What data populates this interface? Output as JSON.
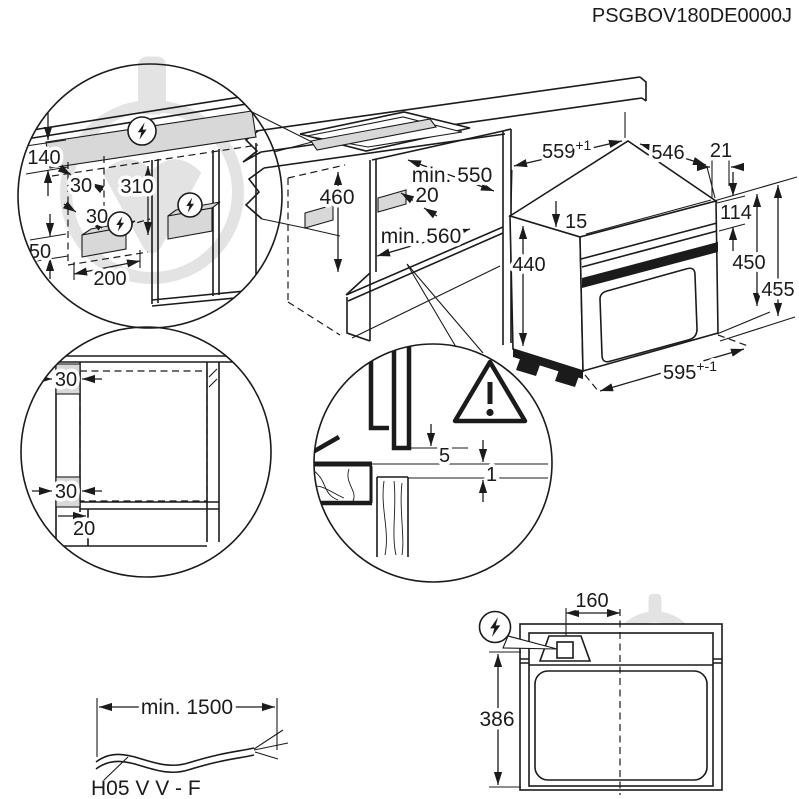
{
  "product_code": "PSGBOV180DE0000J",
  "colors": {
    "line": "#1b1b1b",
    "shade": "#d8d8d8",
    "watermark": "#c9c9c9",
    "background": "#ffffff"
  },
  "electrical_detail": {
    "height_140": "140",
    "offset_30_top": "30",
    "height_310": "310",
    "offset_30_mid": "30",
    "height_50": "50",
    "width_200": "200"
  },
  "niche": {
    "height_460": "460",
    "depth_min_550": "min. 550",
    "gap_20": "20",
    "depth_min_560": "min. 560"
  },
  "oven": {
    "width_559": "559",
    "width_559_tol": "+1",
    "depth_546": "546",
    "gap_21": "21",
    "front_114": "114",
    "height_440": "440",
    "gap_15": "15",
    "height_450": "450",
    "height_455": "455",
    "width_595": "595",
    "width_595_tol": "+-1"
  },
  "front_detail": {
    "inset_30_top": "30",
    "inset_30_bottom": "30",
    "plinth_20": "20"
  },
  "vent_detail": {
    "gap_5": "5",
    "gap_1": "1"
  },
  "top_view": {
    "offset_160": "160",
    "depth_386": "386"
  },
  "cable": {
    "length_min_1500": "min. 1500",
    "cable_type": "H05 V V - F"
  }
}
